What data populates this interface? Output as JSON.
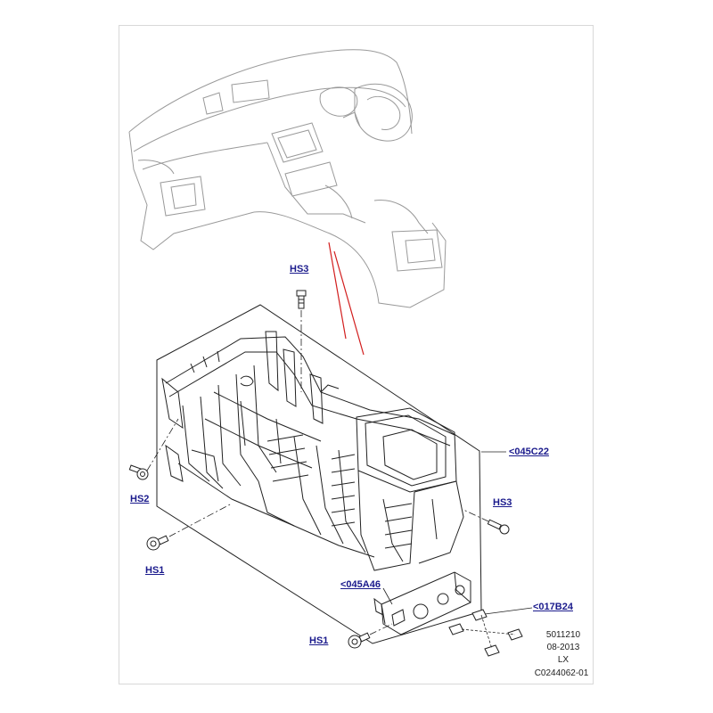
{
  "callouts": {
    "hs3_top": "HS3",
    "hs3_right": "HS3",
    "hs2": "HS2",
    "hs1_left": "HS1",
    "hs1_bottom": "HS1",
    "part_045c22": "<045C22",
    "part_045a46": "<045A46",
    "part_017b24": "<017B24"
  },
  "meta": {
    "number": "5011210",
    "date": "08-2013",
    "model": "LX",
    "code": "C0244062-01"
  },
  "colors": {
    "callout": "#1a1a8c",
    "leader_red": "#d21e1e",
    "line": "#222222",
    "ghost": "#9a9a9a"
  }
}
